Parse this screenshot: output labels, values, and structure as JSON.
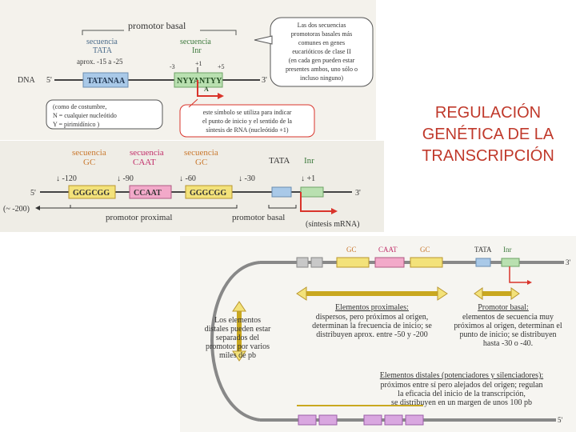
{
  "slide": {
    "title_lines": [
      "REGULACIÓN",
      "GENÉTICA DE LA",
      "TRANSCRIPCIÓN"
    ]
  },
  "fig1": {
    "promotor_basal": "promotor basal",
    "tata_label_1": "secuencia",
    "tata_label_2": "TATA",
    "tata_range": "aprox. -15 a -25",
    "inr_label_1": "secuencia",
    "inr_label_2": "Inr",
    "pos_minus3": "-3",
    "pos_plus1": "+1",
    "pos_plus5": "+5",
    "dna": "DNA",
    "five": "5'",
    "three": "3'",
    "tata_box": "TATANAA",
    "inr_box": "NYYANTYY",
    "inr_box_sub": "A",
    "callout1": [
      "Las dos secuencias",
      "promotoras basales más",
      "comunes en genes",
      "eucarióticos de clase II",
      "(en cada gen pueden estar",
      "presentes ambos, uno sólo o",
      "incluso ninguno)"
    ],
    "note": [
      "(como de costumbre,",
      "N = cualquier nucleótido",
      "Y = pirimidínico )"
    ],
    "callout2": [
      "este símbolo se utiliza para indicar",
      "el punto de inicio y el sentido de la",
      "síntesis de RNA (nucleótido +1)"
    ]
  },
  "fig2": {
    "gc1_1": "secuencia",
    "gc1_2": "GC",
    "caat_1": "secuencia",
    "caat_2": "CAAT",
    "gc2_1": "secuencia",
    "gc2_2": "GC",
    "tata": "TATA",
    "inr": "Inr",
    "p120": "-120",
    "p90": "-90",
    "p60": "-60",
    "p30": "-30",
    "p1": "+1",
    "five": "5'",
    "three": "3'",
    "box1": "GGGCGG",
    "box2": "CCAAT",
    "box3": "GGGCGG",
    "minus200": "(~ -200)",
    "proximal": "promotor proximal",
    "basal": "promotor basal",
    "mrna": "(síntesis mRNA)"
  },
  "fig3": {
    "gc1": "GC",
    "caat": "CAAT",
    "gc2": "GC",
    "tata": "TATA",
    "inr": "Inr",
    "three": "3'",
    "five": "5'",
    "prox_title": "Elementos proximales:",
    "prox_text": [
      "dispersos, pero próximos al origen,",
      "determinan la frecuencia de inicio; se",
      "distribuyen aprox. entre -50 y -200"
    ],
    "basal_title": "Promotor basal:",
    "basal_text": [
      "elementos de secuencia muy",
      "próximos al origen, determinan el",
      "punto de inicio; se distribuyen",
      "hasta -30 o -40."
    ],
    "distal_left": [
      "Los elementos",
      "distales pueden estar",
      "separados del",
      "promotor por varios",
      "miles de pb"
    ],
    "distal_title": "Elementos distales (potenciadores y silenciadores):",
    "distal_text": [
      "próximos entre sí pero alejados del origen; regulan",
      "la eficacia del inicio de la transcripción,",
      "se distribuyen en un margen de unos 100 pb"
    ]
  },
  "colors": {
    "title_red": "#c0392b",
    "tata_blue": "#a9c9e8",
    "inr_green": "#b9e0b0",
    "gc_yellow": "#f3e27a",
    "caat_pink": "#f2a9c9",
    "gc_orange": "#c9782e",
    "caat_magenta": "#c2306b",
    "arrow_red": "#d9342b",
    "distal_purple": "#d9a7e0"
  }
}
